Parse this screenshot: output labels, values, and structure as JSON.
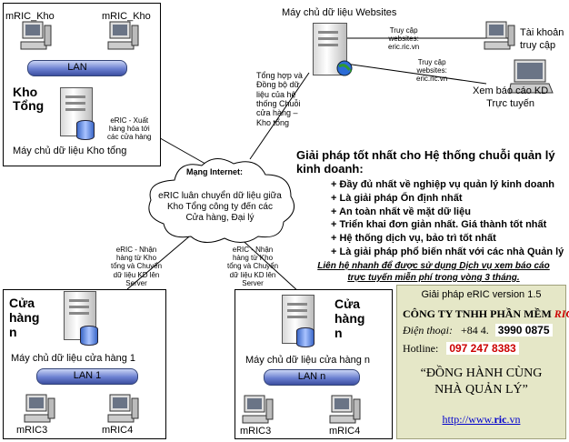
{
  "kho": {
    "pc_left": "mRIC_Kho",
    "pc_right": "mRIC_Kho",
    "lan": "LAN",
    "title_line1": "Kho",
    "title_line2": "Tổng",
    "server_caption": "Máy chủ dữ liệu Kho tổng",
    "export_note_lines": [
      "eRIC - Xuất",
      "hàng hóa tới",
      "các cửa hàng"
    ]
  },
  "web": {
    "caption": "Máy chủ dữ liệu Websites",
    "sync_note_lines": [
      "Tổng hợp và",
      "Đồng bộ dữ",
      "liệu của hệ",
      "thống Chuỗi",
      "cửa hàng –",
      "Kho tổng"
    ],
    "access1_lines": [
      "Truy cập",
      "websites:",
      "eric.ric.vn"
    ],
    "access2_lines": [
      "Truy cập",
      "websites:",
      "eric.ric.vn"
    ],
    "account_lines": [
      "Tài khoản",
      "truy cập"
    ],
    "report_lines": [
      "Xem báo cáo KD",
      "Trực tuyến"
    ]
  },
  "internet": {
    "title": "Mạng Internet:",
    "body_lines": [
      "eRIC luân chuyển dữ liệu giữa",
      "Kho Tổng công ty đến các",
      "Cửa hàng, Đại lý"
    ]
  },
  "solution": {
    "title_lines": [
      "Giải pháp tốt nhất cho Hệ thống chuỗi quản lý",
      "kinh doanh:"
    ],
    "items": [
      "+ Đầy đủ nhất về nghiệp vụ quản lý kinh doanh",
      "+ Là giải pháp Ổn định nhất",
      "+ An toàn nhất về mặt dữ liệu",
      "+ Triển khai đơn giản nhất. Giá thành tốt nhất",
      "+ Hệ thống dịch vụ, bảo trì tốt nhất",
      "+ Là giải pháp phổ biến nhất với các nhà Quản lý"
    ],
    "contact_lines": [
      "Liên hệ nhanh để được sử dụng Dịch vụ xem báo cáo",
      "trực tuyến miễn phí trong vòng 3 tháng."
    ]
  },
  "store_left": {
    "note_lines": [
      "eRIC - Nhận",
      "hàng từ Kho",
      "tổng và Chuyển",
      "dữ liệu KD lên",
      "Server"
    ],
    "title_lines": [
      "Cửa",
      "hàng",
      "n"
    ],
    "server_caption": "Máy chủ dữ liệu cửa hàng 1",
    "lan": "LAN 1",
    "pc_left": "mRIC3",
    "pc_right": "mRIC4"
  },
  "store_right": {
    "note_lines": [
      "eRIC - Nhận",
      "hàng từ Kho",
      "tổng và Chuyển",
      "dữ liệu KD lên",
      "Server"
    ],
    "title_lines": [
      "Cửa",
      "hàng",
      "n"
    ],
    "server_caption": "Máy chủ dữ liệu cửa hàng n",
    "lan": "LAN n",
    "pc_left": "mRIC3",
    "pc_right": "mRIC4"
  },
  "panel": {
    "version": "Giải pháp eRIC version 1.5",
    "company_prefix": "CÔNG TY TNHH PHẦN MỀM ",
    "company_brand": "RIC",
    "phone_label": "Điện thoại:",
    "phone_prefix": "+84 4.",
    "phone_number": "3990 0875",
    "hotline_label": "Hotline:",
    "hotline_number": "097 247 8383",
    "slogan_lines": [
      "“ĐỒNG HÀNH CÙNG",
      "NHÀ QUẢN LÝ”"
    ],
    "url_prefix": "http://www.",
    "url_brand": "ric",
    "url_suffix": ".vn"
  },
  "colors": {
    "brand_red": "#cc0000",
    "hotline_red": "#cc0000",
    "panel_bg": "#e5e7c7",
    "lan_blue": "#5b6fc4"
  }
}
